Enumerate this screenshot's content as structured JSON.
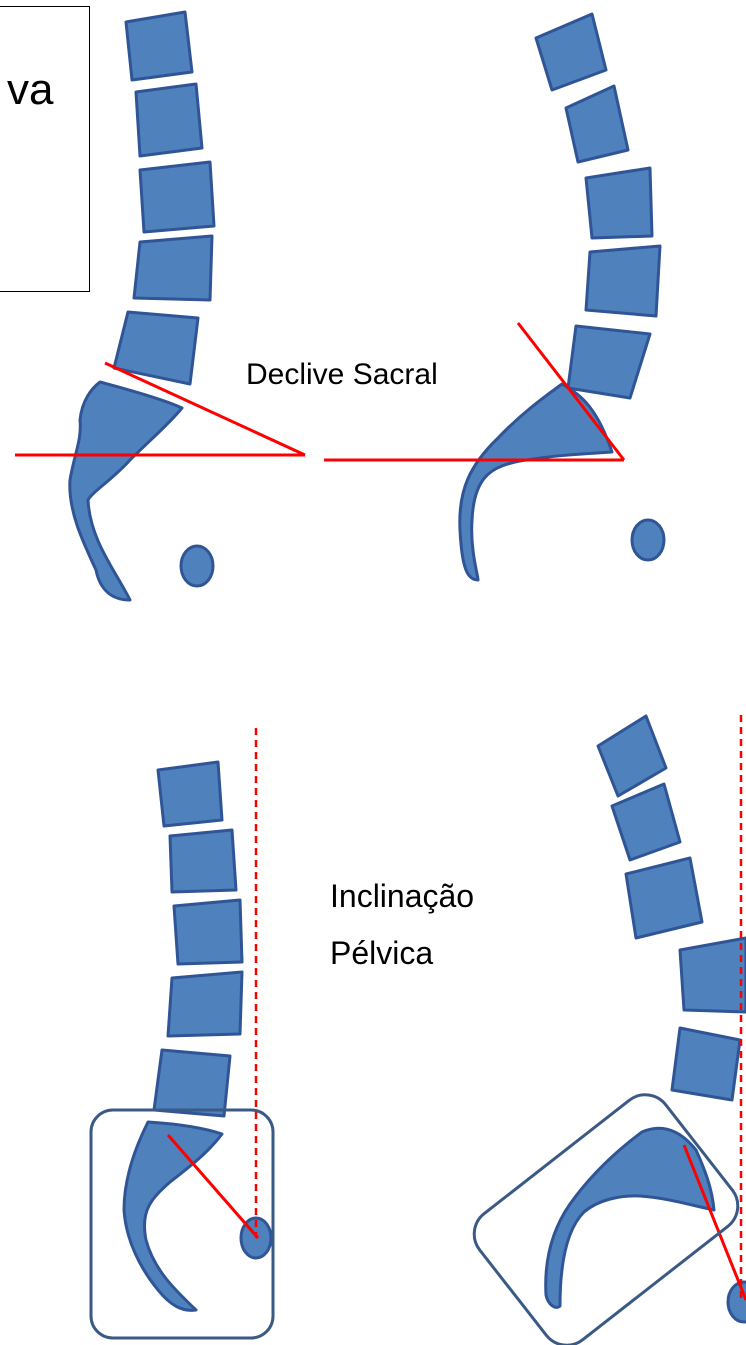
{
  "labels": {
    "sacral_slope": "Declive Sacral",
    "pelvic_tilt_line1": "Inclinação",
    "pelvic_tilt_line2": "Pélvica",
    "partial_box_text": "va"
  },
  "colors": {
    "vertebra_fill": "#4f81bd",
    "vertebra_stroke": "#2f5597",
    "angle_line": "#ff0000",
    "pelvis_box": "#3a5a85",
    "text": "#000000"
  },
  "panels": [
    {
      "id": "top-left",
      "measure": "sacral-slope"
    },
    {
      "id": "top-right",
      "measure": "sacral-slope"
    },
    {
      "id": "bottom-left",
      "measure": "pelvic-tilt"
    },
    {
      "id": "bottom-right",
      "measure": "pelvic-tilt"
    }
  ]
}
